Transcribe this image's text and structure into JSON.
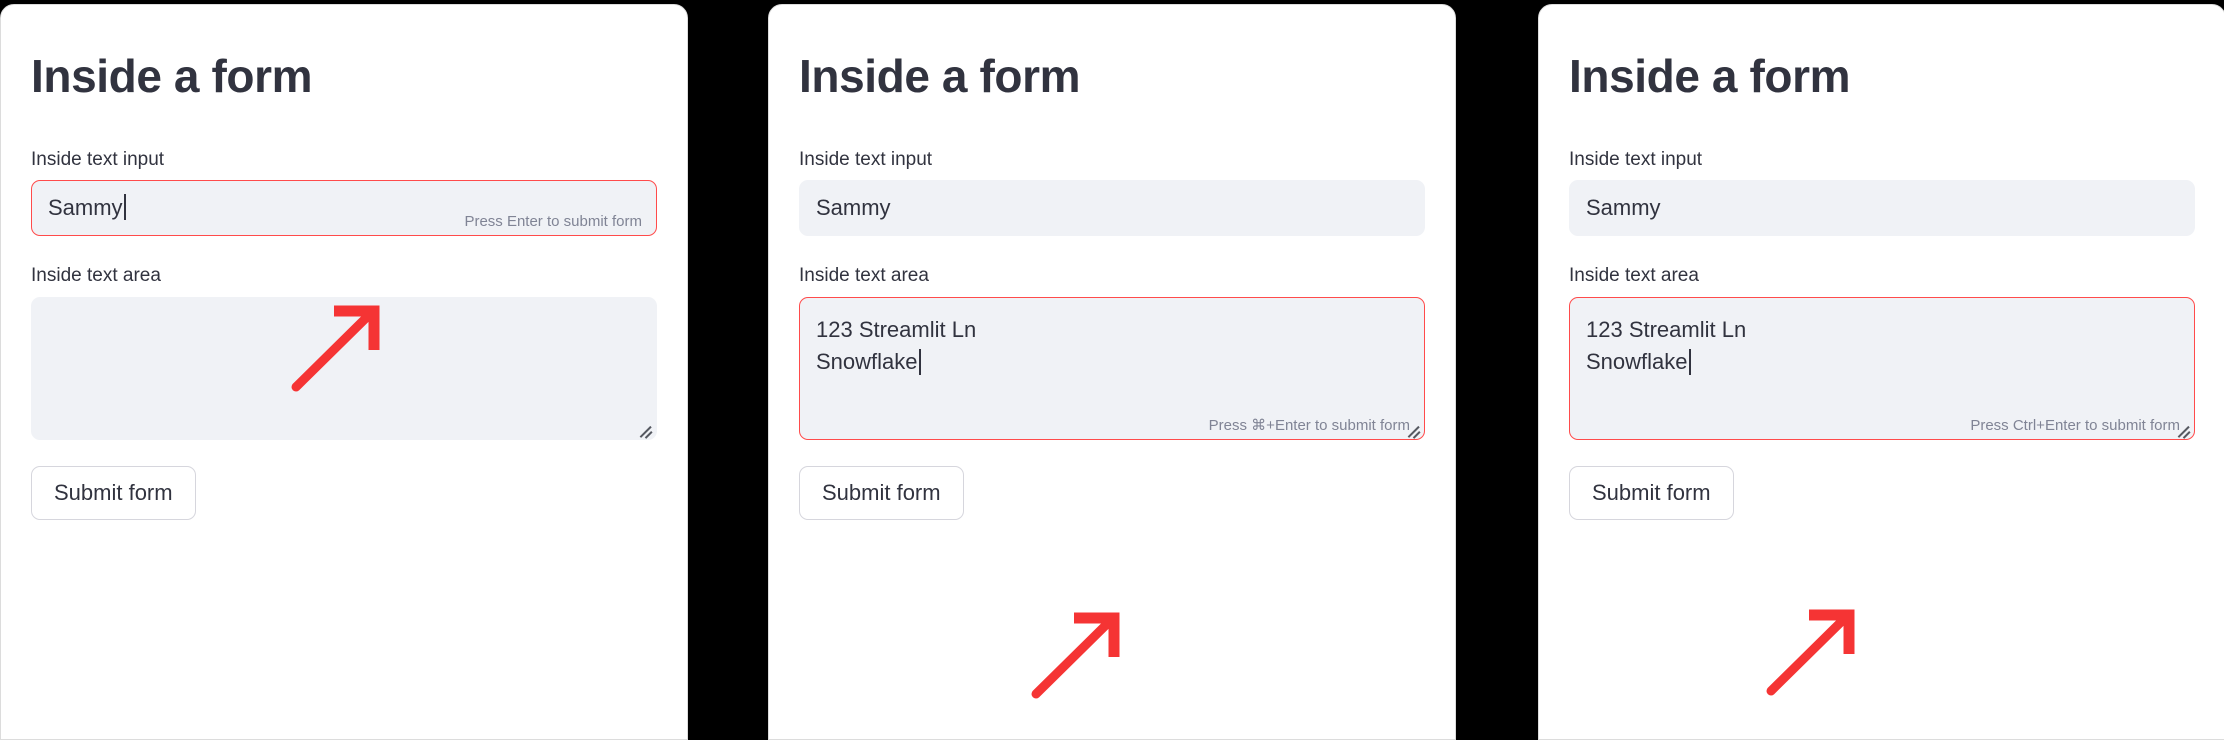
{
  "colors": {
    "background": "#000000",
    "card": "#ffffff",
    "text": "#31333f",
    "input_background": "#f0f2f6",
    "focus_border": "#ff4b4b",
    "hint_text": "#808495",
    "annotation_arrow": "#f53434"
  },
  "panels": [
    {
      "title": "Inside a form",
      "text_input": {
        "label": "Inside text input",
        "value": "Sammy",
        "placeholder": "",
        "focused": true,
        "hint": "Press Enter to submit form",
        "caret_visible": true
      },
      "text_area": {
        "label": "Inside text area",
        "lines": [],
        "placeholder": "",
        "focused": false,
        "hint": "",
        "caret_visible": false,
        "resize_handle": "resize-handle-icon"
      },
      "submit_label": "Submit form",
      "annotation": {
        "type": "arrow-up-right-icon",
        "points_at": "text-input-submit-hint"
      }
    },
    {
      "title": "Inside a form",
      "text_input": {
        "label": "Inside text input",
        "value": "Sammy",
        "placeholder": "",
        "focused": false,
        "hint": "",
        "caret_visible": false
      },
      "text_area": {
        "label": "Inside text area",
        "lines": [
          "123 Streamlit Ln",
          "Snowflake"
        ],
        "placeholder": "",
        "focused": true,
        "hint": "Press ⌘+Enter to submit form",
        "caret_visible": true,
        "resize_handle": "resize-handle-icon"
      },
      "submit_label": "Submit form",
      "annotation": {
        "type": "arrow-up-right-icon",
        "points_at": "text-area-submit-hint"
      }
    },
    {
      "title": "Inside a form",
      "text_input": {
        "label": "Inside text input",
        "value": "Sammy",
        "placeholder": "",
        "focused": false,
        "hint": "",
        "caret_visible": false
      },
      "text_area": {
        "label": "Inside text area",
        "lines": [
          "123 Streamlit Ln",
          "Snowflake"
        ],
        "placeholder": "",
        "focused": true,
        "hint": "Press Ctrl+Enter to submit form",
        "caret_visible": true,
        "resize_handle": "resize-handle-icon"
      },
      "submit_label": "Submit form",
      "annotation": {
        "type": "arrow-up-right-icon",
        "points_at": "text-area-submit-hint"
      }
    }
  ]
}
